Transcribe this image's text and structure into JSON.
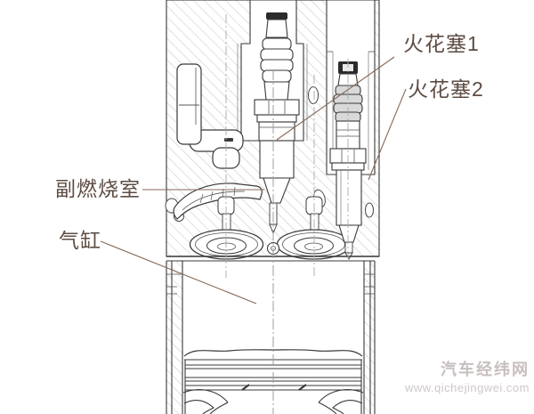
{
  "labels": {
    "spark_plug_1": "火花塞1",
    "spark_plug_2": "火花塞2",
    "pre_combustion_chamber": "副燃烧室",
    "cylinder": "气缸"
  },
  "watermark": {
    "site_name": "汽车经纬网",
    "site_url": "www.qichejingwei.com"
  },
  "colors": {
    "outline": "#3a3a3a",
    "hatch": "#b3b3b3",
    "centerline": "#9c9c9c",
    "leader_line": "#86695a",
    "label_text": "#5d4c43",
    "watermark_name": "#c8bfbf",
    "watermark_url": "#cfc8c8",
    "plug_terminal_dark": "#2b2b2b",
    "plug_rib_gray": "#d9d9d9"
  }
}
